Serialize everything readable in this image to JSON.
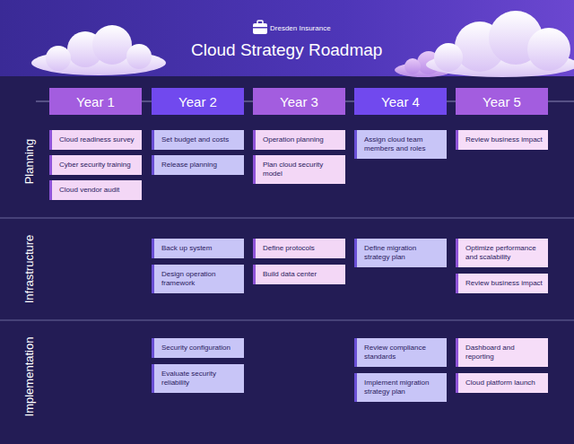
{
  "diagram": {
    "title": "Cloud Strategy Roadmap",
    "nodes": [
      {
        "text": [
          "Year 1"
        ]
      },
      {
        "text": [
          "Year 2"
        ]
      },
      {
        "text": [
          "Year 3"
        ]
      },
      {
        "text": [
          "Year 4"
        ]
      },
      {
        "text": [
          "Year 5"
        ]
      },
      {
        "text": [
          "Cloud readiness survey"
        ]
      },
      {
        "text": [
          "Cyber security training"
        ]
      },
      {
        "text": [
          "Cloud vendor audit"
        ]
      },
      {
        "text": [
          "Set budget and costs"
        ]
      },
      {
        "text": [
          "Release planning"
        ]
      },
      {
        "text": [
          "Operation planning"
        ]
      },
      {
        "text": [
          "Plan cloud security model"
        ]
      },
      {
        "text": [
          "Assign cloud team members and roles"
        ]
      },
      {
        "text": [
          "Review business impact"
        ]
      },
      {
        "text": [
          "Back up system"
        ]
      },
      {
        "text": [
          "Design operation framework"
        ]
      },
      {
        "text": [
          "Define protocols"
        ]
      },
      {
        "text": [
          "Build data center"
        ]
      },
      {
        "text": [
          "Define migration strategy plan"
        ]
      },
      {
        "text": [
          "Optimize performance and scalability"
        ]
      },
      {
        "text": [
          "Review business impact"
        ]
      },
      {
        "text": [
          "Security configuration"
        ]
      },
      {
        "text": [
          "Evaluate security reliability"
        ]
      },
      {
        "text": [
          "Review compliance standards"
        ]
      },
      {
        "text": [
          "Implement migration strategy plan"
        ]
      },
      {
        "text": [
          "Dashboard and reporting"
        ]
      },
      {
        "text": [
          "Cloud platform launch"
        ]
      }
    ],
    "labels": [
      "Dresden Insurance",
      "Planning",
      "Infrastructure",
      "Implementation"
    ]
  }
}
